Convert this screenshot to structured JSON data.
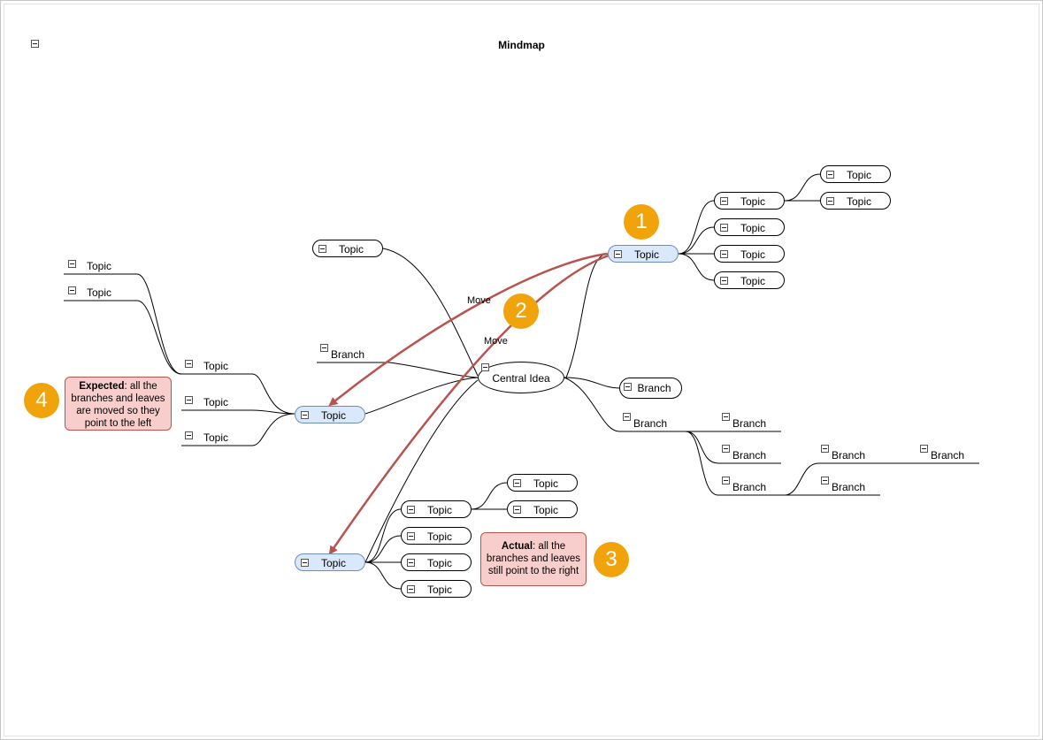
{
  "title": "Mindmap",
  "central": "Central Idea",
  "topic": "Topic",
  "branch": "Branch",
  "move": "Move",
  "badges": [
    "1",
    "2",
    "3",
    "4"
  ],
  "notes": {
    "actual": {
      "bold": "Actual",
      "rest": ": all the branches and leaves still point to the right"
    },
    "expected": {
      "bold": "Expected",
      "rest": ": all the branches and leaves are moved so they point to the left"
    }
  },
  "colors": {
    "selected_fill": "#dae8fc",
    "selected_border": "#6c8ebf",
    "note_fill": "#f8cecc",
    "note_border": "#b85450",
    "badge": "#f0a30a",
    "arrow": "#b85450"
  }
}
